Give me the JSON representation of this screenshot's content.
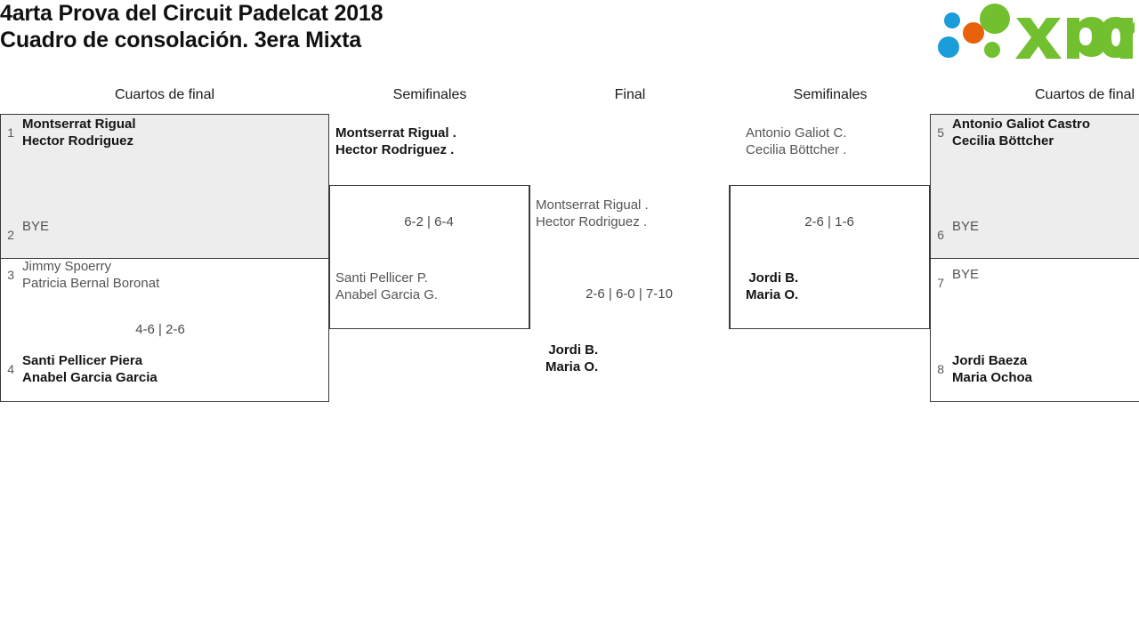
{
  "header": {
    "title_line1": "4arta Prova del Circuit Padelcat 2018",
    "title_line2": "Cuadro de consolación. 3era Mixta",
    "logo_text": "xporty"
  },
  "colors": {
    "logo_green": "#72bf2f",
    "logo_blue": "#1b9dd9",
    "logo_orange": "#e8620c",
    "shaded_row": "#ededed",
    "border": "#3a3a3a",
    "winner_text": "#151515",
    "loser_text": "#555555"
  },
  "rounds": [
    {
      "label": "Cuartos de final"
    },
    {
      "label": "Semifinales"
    },
    {
      "label": "Final"
    },
    {
      "label": "Semifinales"
    },
    {
      "label": "Cuartos de final"
    }
  ],
  "left_quarters": [
    {
      "seed": "1",
      "players": [
        "Montserrat Rigual",
        "Hector Rodriguez"
      ],
      "winner": true,
      "bye": false
    },
    {
      "seed": "2",
      "players": [
        "BYE"
      ],
      "winner": false,
      "bye": true
    },
    {
      "seed": "3",
      "players": [
        "Jimmy Spoerry",
        "Patricia Bernal Boronat"
      ],
      "winner": false,
      "bye": false
    },
    {
      "seed": "4",
      "players": [
        "Santi Pellicer Piera",
        "Anabel Garcia Garcia"
      ],
      "winner": true,
      "bye": false
    }
  ],
  "left_quarter_scores": [
    {
      "value": ""
    },
    {
      "value": "4-6 | 2-6"
    }
  ],
  "left_semifinal": {
    "top": {
      "players": [
        "Montserrat Rigual .",
        "Hector Rodriguez ."
      ],
      "winner": true
    },
    "bottom": {
      "players": [
        "Santi Pellicer P.",
        "Anabel Garcia G."
      ],
      "winner": false
    },
    "score": "6-2 | 6-4"
  },
  "final": {
    "top": {
      "players": [
        "Montserrat Rigual .",
        "Hector Rodriguez ."
      ],
      "winner": false
    },
    "bottom": {
      "players": [
        "Jordi B.",
        "Maria O."
      ],
      "winner": true
    },
    "score": "2-6 | 6-0 | 7-10"
  },
  "right_semifinal": {
    "top": {
      "players": [
        "Antonio Galiot C.",
        "Cecilia Böttcher ."
      ],
      "winner": false
    },
    "bottom": {
      "players": [
        "Jordi B.",
        "Maria O."
      ],
      "winner": true
    },
    "score": "2-6 | 1-6"
  },
  "right_quarters": [
    {
      "seed": "5",
      "players": [
        "Antonio Galiot Castro",
        "Cecilia Böttcher"
      ],
      "winner": true,
      "bye": false
    },
    {
      "seed": "6",
      "players": [
        "BYE"
      ],
      "winner": false,
      "bye": true
    },
    {
      "seed": "7",
      "players": [
        "BYE"
      ],
      "winner": false,
      "bye": true
    },
    {
      "seed": "8",
      "players": [
        "Jordi Baeza",
        "Maria Ochoa"
      ],
      "winner": true,
      "bye": false
    }
  ],
  "right_quarter_scores": [
    {
      "value": ""
    },
    {
      "value": ""
    }
  ]
}
